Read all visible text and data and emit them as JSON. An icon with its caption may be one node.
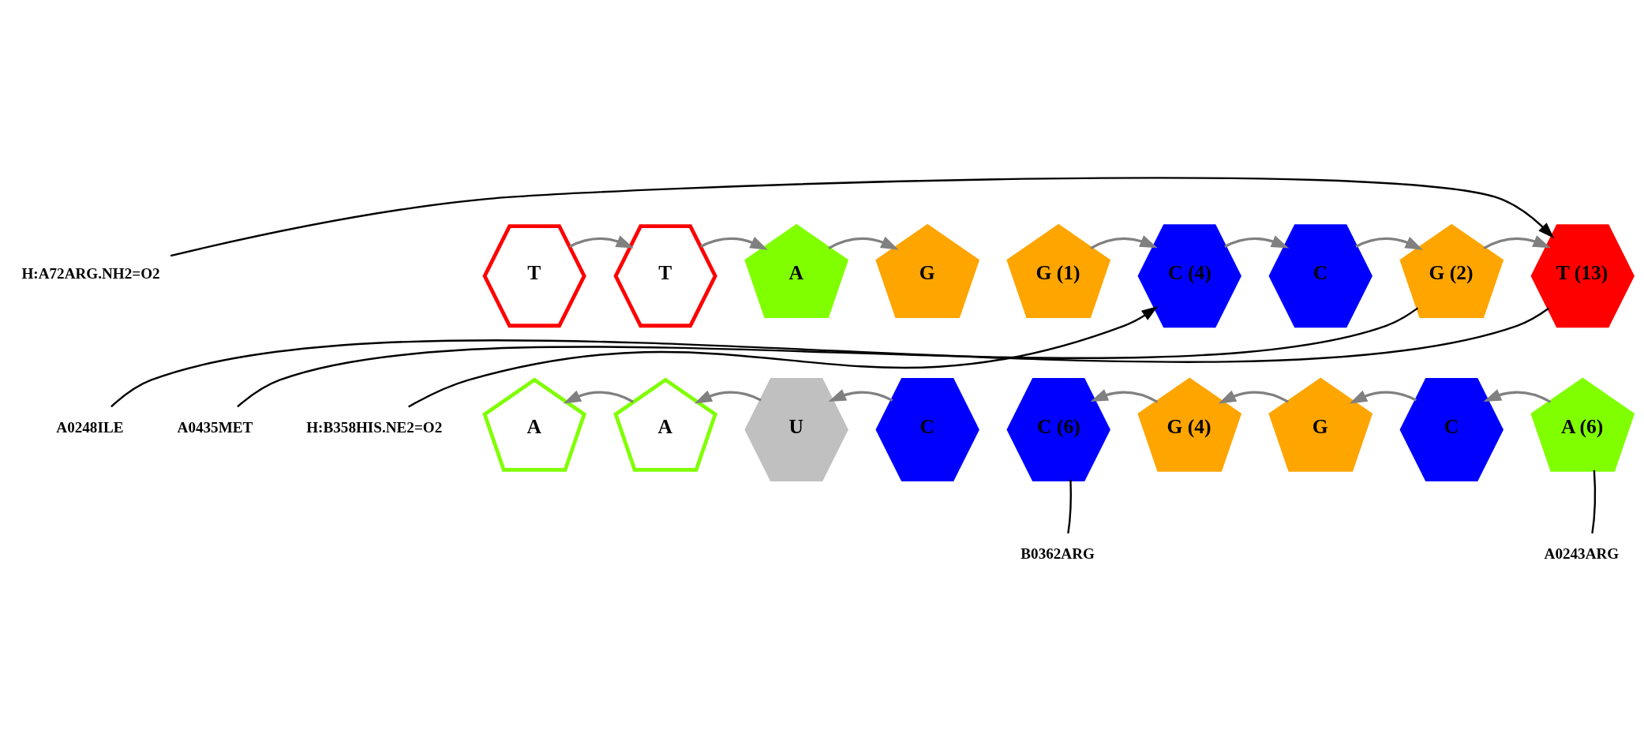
{
  "diagram": {
    "nodes": [
      {
        "text": [
          "H:A72ARG.NH2=O2"
        ]
      },
      {
        "text": [
          "H:B358HIS.NE2=O2"
        ]
      },
      {
        "text": [
          "A0435MET"
        ]
      },
      {
        "text": [
          "A0248ILE"
        ]
      },
      {
        "text": [
          "T"
        ]
      },
      {
        "text": [
          "T"
        ]
      },
      {
        "text": [
          "A"
        ]
      },
      {
        "text": [
          "G"
        ]
      },
      {
        "text": [
          "G (1)"
        ]
      },
      {
        "text": [
          "C (4)"
        ]
      },
      {
        "text": [
          "C"
        ]
      },
      {
        "text": [
          "G (2)"
        ]
      },
      {
        "text": [
          "T (13)"
        ]
      },
      {
        "text": [
          "A"
        ]
      },
      {
        "text": [
          "A"
        ]
      },
      {
        "text": [
          "U"
        ]
      },
      {
        "text": [
          "C"
        ]
      },
      {
        "text": [
          "C (6)"
        ]
      },
      {
        "text": [
          "G (4)"
        ]
      },
      {
        "text": [
          "G"
        ]
      },
      {
        "text": [
          "C"
        ]
      },
      {
        "text": [
          "A (6)"
        ]
      },
      {
        "text": [
          "B0362ARG"
        ]
      },
      {
        "text": [
          "A0243ARG"
        ]
      }
    ],
    "edges": [
      {
        "from": 4,
        "to": 5,
        "arrow": "to"
      },
      {
        "from": 5,
        "to": 6,
        "arrow": "to"
      },
      {
        "from": 6,
        "to": 7,
        "arrow": "to"
      },
      {
        "from": 8,
        "to": 9,
        "arrow": "to"
      },
      {
        "from": 9,
        "to": 10,
        "arrow": "to"
      },
      {
        "from": 10,
        "to": 11,
        "arrow": "to"
      },
      {
        "from": 11,
        "to": 12,
        "arrow": "to"
      },
      {
        "from": 21,
        "to": 20,
        "arrow": "to"
      },
      {
        "from": 20,
        "to": 19,
        "arrow": "to"
      },
      {
        "from": 19,
        "to": 18,
        "arrow": "to"
      },
      {
        "from": 18,
        "to": 17,
        "arrow": "to"
      },
      {
        "from": 16,
        "to": 15,
        "arrow": "to"
      },
      {
        "from": 15,
        "to": 14,
        "arrow": "to"
      },
      {
        "from": 14,
        "to": 13,
        "arrow": "to"
      },
      {
        "from": 1,
        "to": 9,
        "arrow": "to",
        "color": "#000000"
      },
      {
        "from": 2,
        "to": 11,
        "arrow": "none",
        "color": "#000000"
      },
      {
        "from": 0,
        "to": 12,
        "arrow": "to",
        "color": "#000000"
      },
      {
        "from": 3,
        "to": 12,
        "arrow": "none",
        "color": "#000000"
      },
      {
        "from": 22,
        "to": 17,
        "arrow": "none",
        "color": "#000000"
      },
      {
        "from": 23,
        "to": 21,
        "arrow": "none",
        "color": "#000000"
      }
    ]
  }
}
